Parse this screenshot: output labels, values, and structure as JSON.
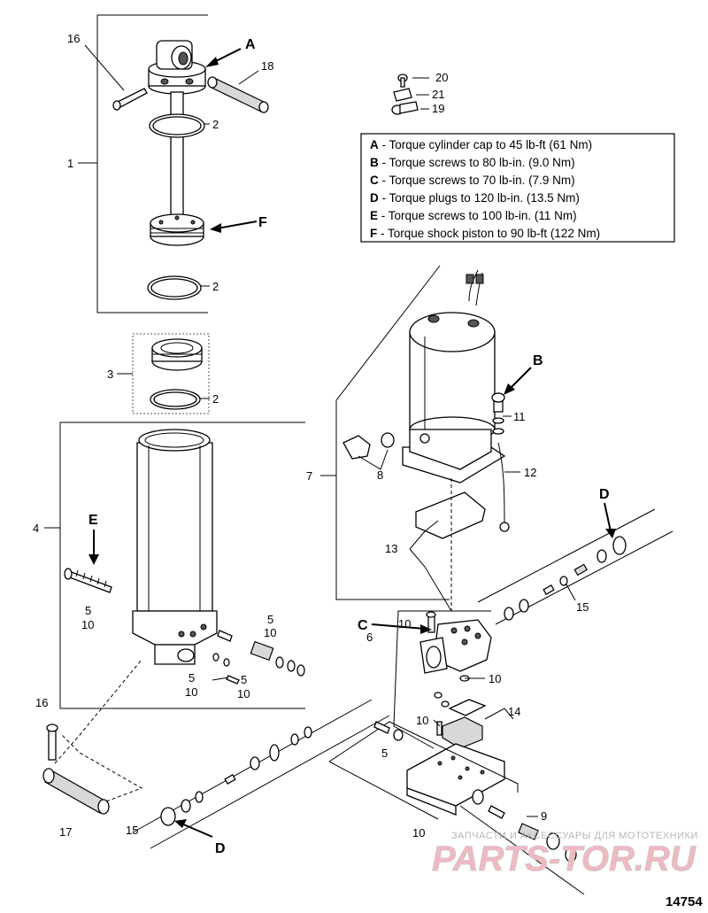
{
  "torque_notes": [
    {
      "letter": "A",
      "text": " - Torque cylinder cap to 45 lb-ft (61 Nm)"
    },
    {
      "letter": "B",
      "text": " - Torque screws to 80 lb-in. (9.0 Nm)"
    },
    {
      "letter": "C",
      "text": " - Torque screws to 70 lb-in. (7.9 Nm)"
    },
    {
      "letter": "D",
      "text": " - Torque plugs to 120 lb-in. (13.5 Nm)"
    },
    {
      "letter": "E",
      "text": " - Torque screws to 100 lb-in. (11 Nm)"
    },
    {
      "letter": "F",
      "text": " - Torque shock piston to 90 lb-ft (122 Nm)"
    }
  ],
  "callouts": {
    "n1": "1",
    "n2a": "2",
    "n2b": "2",
    "n2c": "2",
    "n3": "3",
    "n4": "4",
    "n5a": "5",
    "n10a": "10",
    "n5b": "5",
    "n10b": "10",
    "n5c": "5",
    "n10c": "10",
    "n5d": "5",
    "n10d": "10",
    "n5e": "5",
    "n6": "6",
    "n7": "7",
    "n8": "8",
    "n9": "9",
    "n10e": "10",
    "n10f": "10",
    "n10g": "10",
    "n10h": "10",
    "n11": "11",
    "n12": "12",
    "n13": "13",
    "n14": "14",
    "n15a": "15",
    "n15b": "15",
    "n16a": "16",
    "n16b": "16",
    "n17": "17",
    "n18": "18",
    "n19": "19",
    "n20": "20",
    "n21": "21",
    "A": "A",
    "B": "B",
    "C": "C",
    "Da": "D",
    "Db": "D",
    "E": "E",
    "F": "F"
  },
  "watermark": {
    "small": "ЗАПЧАСТИ И АКСЕССУАРЫ ДЛЯ МОТОТЕХНИКИ",
    "brand": "PARTS-TOR.RU"
  },
  "figure_number": "14754"
}
